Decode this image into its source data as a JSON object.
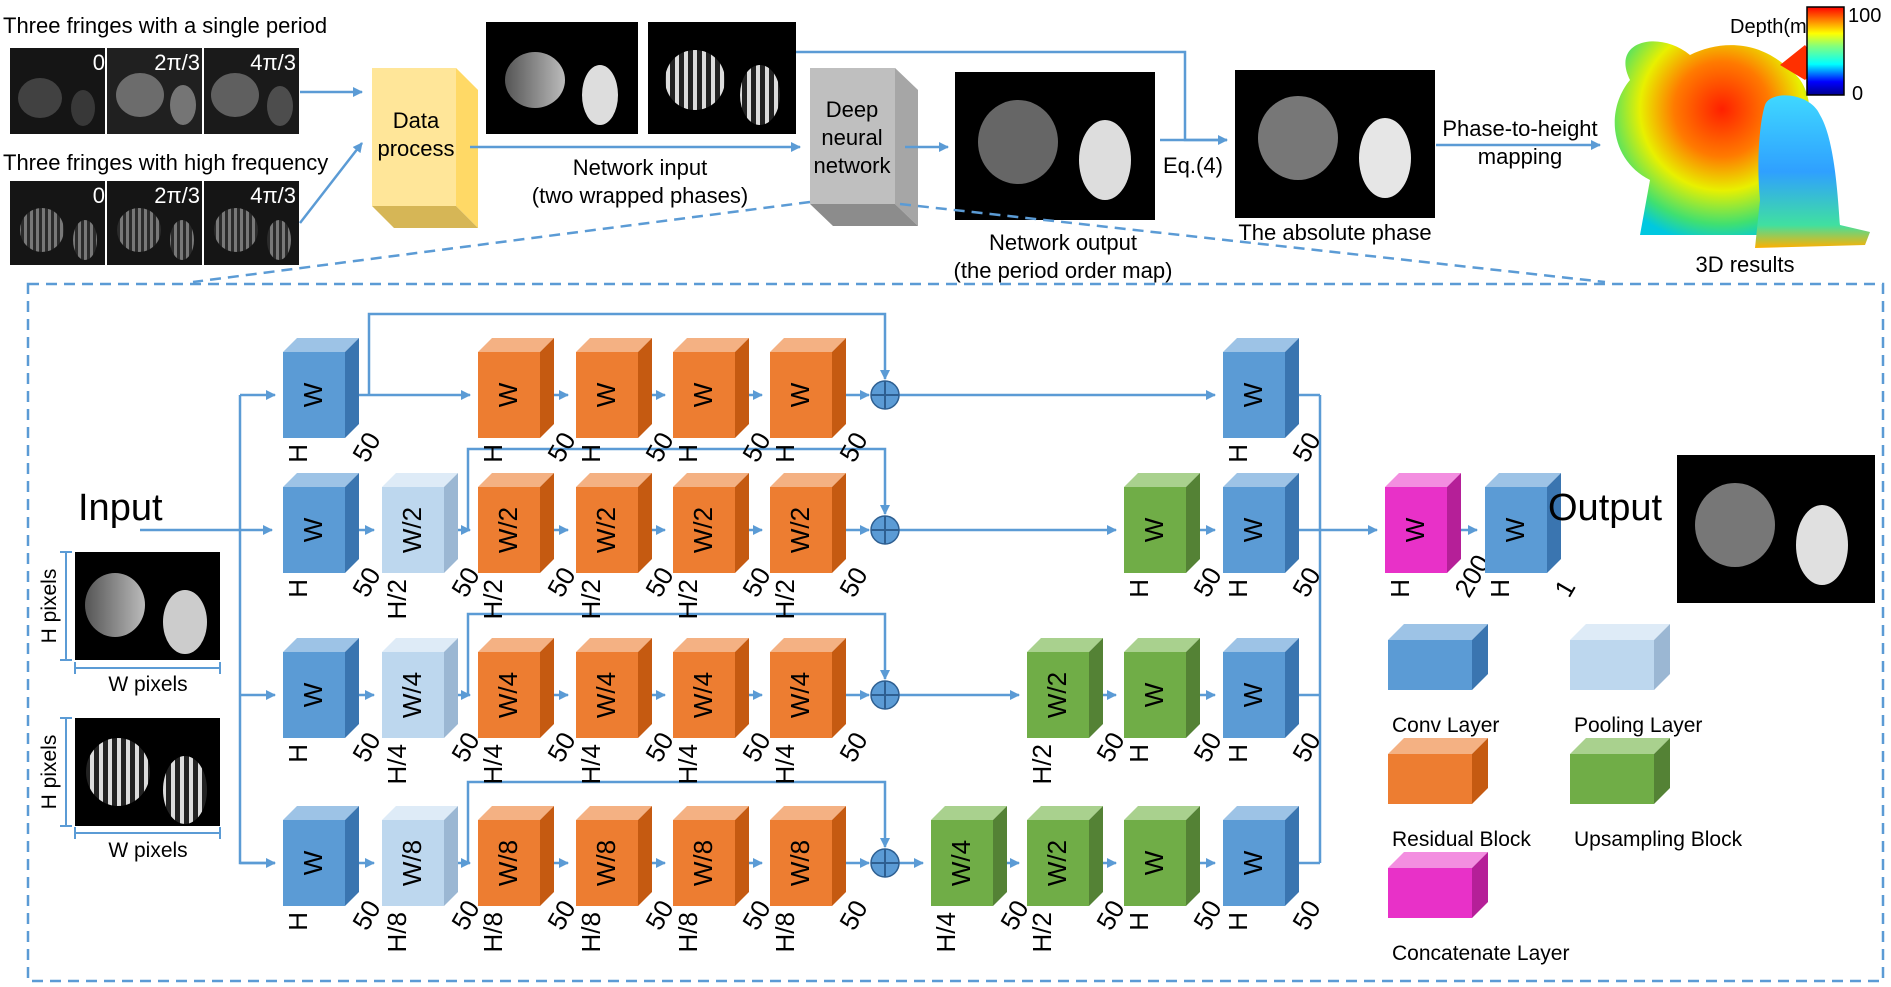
{
  "colors": {
    "conv": "#5b9bd5",
    "pool": "#bdd7ee",
    "residual": "#ed7d31",
    "upsampling": "#70ad47",
    "concat": "#e831c8",
    "arrow": "#5b9bd5",
    "data_process": "#ffe699",
    "dnn": "#bfbfbf"
  },
  "top": {
    "single_period_label": "Three fringes with a single period",
    "high_freq_label": "Three fringes with high frequency",
    "phase_shifts": [
      "0",
      "2π/3",
      "4π/3"
    ],
    "data_process": [
      "Data",
      "process"
    ],
    "network_input": [
      "Network input",
      "(two wrapped phases)"
    ],
    "dnn": [
      "Deep",
      "neural",
      "network"
    ],
    "network_output": [
      "Network output",
      "(the period order map)"
    ],
    "eq": "Eq.(4)",
    "absolute_phase": "The absolute phase",
    "phase_to_height": [
      "Phase-to-height",
      "mapping"
    ],
    "depth_label": "Depth(mm)",
    "depth_max": "100",
    "depth_min": "0",
    "results": "3D results"
  },
  "net": {
    "input_title": "Input",
    "output_title": "Output",
    "h_pixels": "H pixels",
    "w_pixels": "W pixels",
    "rows": [
      {
        "blocks": [
          {
            "type": "conv",
            "w": "W",
            "h": "H",
            "c": "50"
          },
          {
            "type": "residual",
            "w": "W",
            "h": "H",
            "c": "50"
          },
          {
            "type": "residual",
            "w": "W",
            "h": "H",
            "c": "50"
          },
          {
            "type": "residual",
            "w": "W",
            "h": "H",
            "c": "50"
          },
          {
            "type": "residual",
            "w": "W",
            "h": "H",
            "c": "50"
          },
          {
            "type": "conv",
            "w": "W",
            "h": "H",
            "c": "50"
          }
        ]
      },
      {
        "blocks": [
          {
            "type": "conv",
            "w": "W",
            "h": "H",
            "c": "50"
          },
          {
            "type": "pool",
            "w": "W/2",
            "h": "H/2",
            "c": "50"
          },
          {
            "type": "residual",
            "w": "W/2",
            "h": "H/2",
            "c": "50"
          },
          {
            "type": "residual",
            "w": "W/2",
            "h": "H/2",
            "c": "50"
          },
          {
            "type": "residual",
            "w": "W/2",
            "h": "H/2",
            "c": "50"
          },
          {
            "type": "residual",
            "w": "W/2",
            "h": "H/2",
            "c": "50"
          },
          {
            "type": "upsampling",
            "w": "W",
            "h": "H",
            "c": "50"
          },
          {
            "type": "conv",
            "w": "W",
            "h": "H",
            "c": "50"
          }
        ]
      },
      {
        "blocks": [
          {
            "type": "conv",
            "w": "W",
            "h": "H",
            "c": "50"
          },
          {
            "type": "pool",
            "w": "W/4",
            "h": "H/4",
            "c": "50"
          },
          {
            "type": "residual",
            "w": "W/4",
            "h": "H/4",
            "c": "50"
          },
          {
            "type": "residual",
            "w": "W/4",
            "h": "H/4",
            "c": "50"
          },
          {
            "type": "residual",
            "w": "W/4",
            "h": "H/4",
            "c": "50"
          },
          {
            "type": "residual",
            "w": "W/4",
            "h": "H/4",
            "c": "50"
          },
          {
            "type": "upsampling",
            "w": "W/2",
            "h": "H/2",
            "c": "50"
          },
          {
            "type": "upsampling",
            "w": "W",
            "h": "H",
            "c": "50"
          },
          {
            "type": "conv",
            "w": "W",
            "h": "H",
            "c": "50"
          }
        ]
      },
      {
        "blocks": [
          {
            "type": "conv",
            "w": "W",
            "h": "H",
            "c": "50"
          },
          {
            "type": "pool",
            "w": "W/8",
            "h": "H/8",
            "c": "50"
          },
          {
            "type": "residual",
            "w": "W/8",
            "h": "H/8",
            "c": "50"
          },
          {
            "type": "residual",
            "w": "W/8",
            "h": "H/8",
            "c": "50"
          },
          {
            "type": "residual",
            "w": "W/8",
            "h": "H/8",
            "c": "50"
          },
          {
            "type": "residual",
            "w": "W/8",
            "h": "H/8",
            "c": "50"
          },
          {
            "type": "upsampling",
            "w": "W/4",
            "h": "H/4",
            "c": "50"
          },
          {
            "type": "upsampling",
            "w": "W/2",
            "h": "H/2",
            "c": "50"
          },
          {
            "type": "upsampling",
            "w": "W",
            "h": "H",
            "c": "50"
          },
          {
            "type": "conv",
            "w": "W",
            "h": "H",
            "c": "50"
          }
        ]
      }
    ],
    "tail": [
      {
        "type": "concat",
        "w": "W",
        "h": "H",
        "c": "200"
      },
      {
        "type": "conv",
        "w": "W",
        "h": "H",
        "c": "1"
      }
    ]
  },
  "legend": [
    {
      "type": "conv",
      "label": "Conv Layer"
    },
    {
      "type": "pool",
      "label": "Pooling Layer"
    },
    {
      "type": "residual",
      "label": "Residual Block"
    },
    {
      "type": "upsampling",
      "label": "Upsampling Block"
    },
    {
      "type": "concat",
      "label": "Concatenate Layer"
    }
  ]
}
